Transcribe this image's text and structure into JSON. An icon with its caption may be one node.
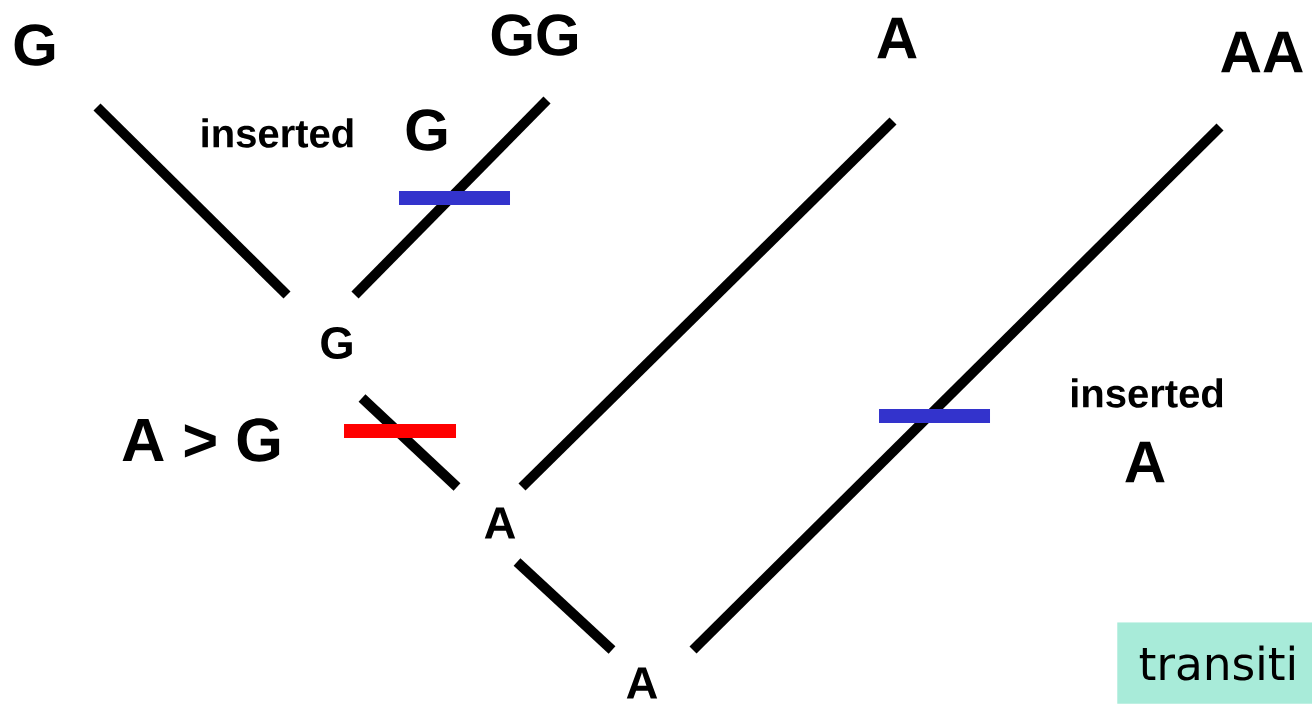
{
  "diagram": {
    "nodes": [
      {
        "text": [
          "G"
        ]
      },
      {
        "text": [
          "GG"
        ]
      },
      {
        "text": [
          "A"
        ]
      },
      {
        "text": [
          "AA"
        ]
      },
      {
        "text": [
          "G"
        ]
      },
      {
        "text": [
          "A"
        ]
      },
      {
        "text": [
          "A"
        ]
      },
      {
        "text": [
          "transiti"
        ]
      }
    ],
    "edges": [
      {
        "from": 4,
        "to": 0,
        "arrow": "none"
      },
      {
        "from": 4,
        "to": 1,
        "arrow": "none"
      },
      {
        "from": 5,
        "to": 4,
        "arrow": "none"
      },
      {
        "from": 5,
        "to": 2,
        "arrow": "none"
      },
      {
        "from": 6,
        "to": 5,
        "arrow": "none"
      },
      {
        "from": 6,
        "to": 3,
        "arrow": "none"
      }
    ],
    "labels": [
      "inserted",
      "G",
      "A > G",
      "inserted",
      "A"
    ]
  }
}
